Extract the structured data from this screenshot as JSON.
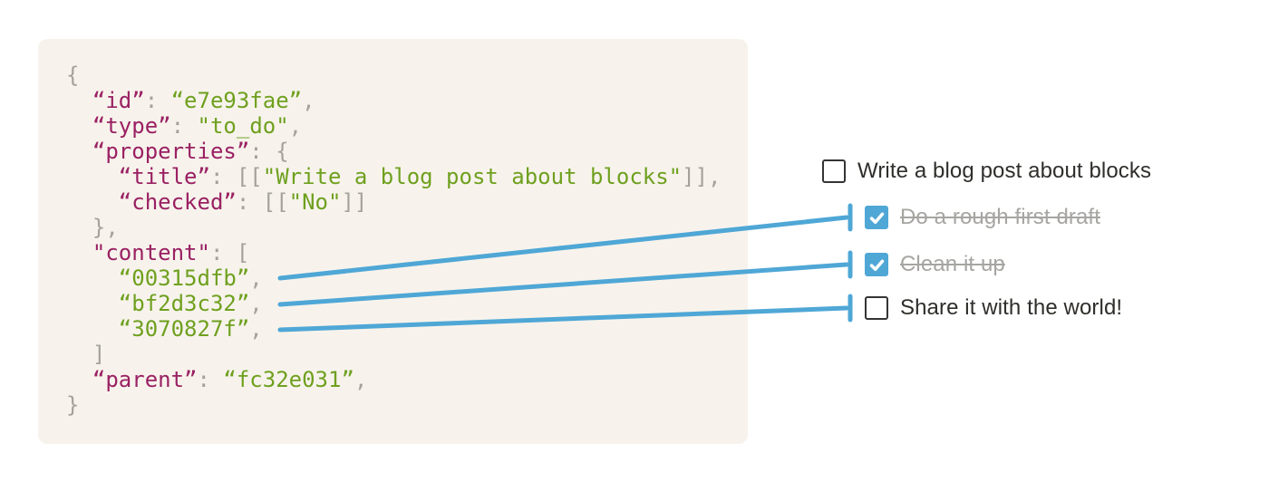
{
  "colors": {
    "page_bg": "#ffffff",
    "code_bg": "#f7f3ec",
    "key": "#9a2163",
    "string": "#6fa01f",
    "punct": "#a5a19b",
    "blue": "#4fa7d6",
    "text_dark": "#2f2e2b",
    "text_done": "#a6a5a2",
    "checkbox_border": "#343434",
    "check_mark": "#ffffff"
  },
  "code_block": {
    "language": "json",
    "lines": [
      [
        {
          "t": "{",
          "c": "punct"
        }
      ],
      [
        {
          "t": "  ",
          "c": "punct"
        },
        {
          "t": "“id”",
          "c": "key"
        },
        {
          "t": ": ",
          "c": "punct"
        },
        {
          "t": "“e7e93fae”",
          "c": "string"
        },
        {
          "t": ",",
          "c": "punct"
        }
      ],
      [
        {
          "t": "  ",
          "c": "punct"
        },
        {
          "t": "“type”",
          "c": "key"
        },
        {
          "t": ": ",
          "c": "punct"
        },
        {
          "t": "\"to_do\"",
          "c": "string"
        },
        {
          "t": ",",
          "c": "punct"
        }
      ],
      [
        {
          "t": "  ",
          "c": "punct"
        },
        {
          "t": "“properties”",
          "c": "key"
        },
        {
          "t": ": {",
          "c": "punct"
        }
      ],
      [
        {
          "t": "    ",
          "c": "punct"
        },
        {
          "t": "“title”",
          "c": "key"
        },
        {
          "t": ": [[",
          "c": "punct"
        },
        {
          "t": "\"Write a blog post about blocks\"",
          "c": "string"
        },
        {
          "t": "]],",
          "c": "punct"
        }
      ],
      [
        {
          "t": "    ",
          "c": "punct"
        },
        {
          "t": "“checked”",
          "c": "key"
        },
        {
          "t": ": [[",
          "c": "punct"
        },
        {
          "t": "\"No\"",
          "c": "string"
        },
        {
          "t": "]]",
          "c": "punct"
        }
      ],
      [
        {
          "t": "  },",
          "c": "punct"
        }
      ],
      [
        {
          "t": "  ",
          "c": "punct"
        },
        {
          "t": "\"content\"",
          "c": "key"
        },
        {
          "t": ": [",
          "c": "punct"
        }
      ],
      [
        {
          "t": "    ",
          "c": "punct"
        },
        {
          "t": "“00315dfb”",
          "c": "string"
        },
        {
          "t": ",",
          "c": "punct"
        }
      ],
      [
        {
          "t": "    ",
          "c": "punct"
        },
        {
          "t": "“bf2d3c32”",
          "c": "string"
        },
        {
          "t": ",",
          "c": "punct"
        }
      ],
      [
        {
          "t": "    ",
          "c": "punct"
        },
        {
          "t": "“3070827f”",
          "c": "string"
        },
        {
          "t": ",",
          "c": "punct"
        }
      ],
      [
        {
          "t": "  ]",
          "c": "punct"
        }
      ],
      [
        {
          "t": "  ",
          "c": "punct"
        },
        {
          "t": "“parent”",
          "c": "key"
        },
        {
          "t": ": ",
          "c": "punct"
        },
        {
          "t": "“fc32e031”",
          "c": "string"
        },
        {
          "t": ",",
          "c": "punct"
        }
      ],
      [
        {
          "t": "}",
          "c": "punct"
        }
      ]
    ]
  },
  "todo_list": {
    "items": [
      {
        "label": "Write a blog post about blocks",
        "checked": false,
        "indent": false
      },
      {
        "label": "Do a rough first draft",
        "checked": true,
        "indent": true
      },
      {
        "label": "Clean it up",
        "checked": true,
        "indent": true
      },
      {
        "label": "Share it with the world!",
        "checked": false,
        "indent": true
      }
    ]
  },
  "connections": [
    {
      "from_content_id": "00315dfb",
      "to_item": "Do a rough first draft"
    },
    {
      "from_content_id": "bf2d3c32",
      "to_item": "Clean it up"
    },
    {
      "from_content_id": "3070827f",
      "to_item": "Share it with the world!"
    }
  ],
  "icons": {
    "checked": "checkmark-icon"
  }
}
